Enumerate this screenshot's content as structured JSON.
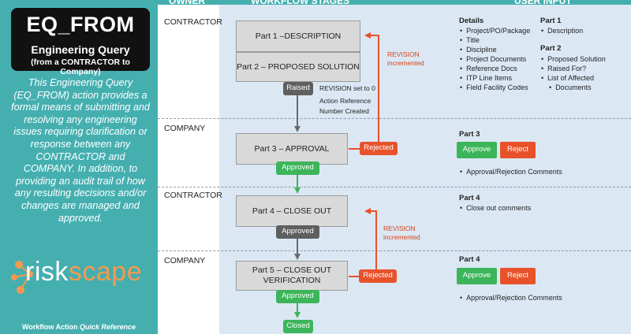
{
  "header": {
    "owner": "OWNER",
    "stages": "WORKFLOW STAGES",
    "user_input": "USER INPUT"
  },
  "left": {
    "title": "EQ_FROM",
    "subtitle": "Engineering Query",
    "note": "(from a CONTRACTOR to Company)",
    "description": "This Engineering Query (EQ_FROM) action provides a formal means of submitting and resolving any engineering issues requiring clarification or response between any CONTRACTOR and COMPANY. In addition, to providing an audit trail of how any resulting decisions and/or changes are managed and approved.",
    "logo_part1": "risk",
    "logo_part2": "scape",
    "footer_prefix": "Workflow Action ",
    "footer_italic": "Quick Reference"
  },
  "owners": [
    "CONTRACTOR",
    "COMPANY",
    "CONTRACTOR",
    "COMPANY"
  ],
  "stages": {
    "part1": "Part 1 –DESCRIPTION",
    "part2": "Part 2 – PROPOSED SOLUTION",
    "part3": "Part 3 – APPROVAL",
    "part4": "Part 4 – CLOSE OUT",
    "part5_line1": "Part 5 – CLOSE OUT",
    "part5_line2": "VERIFICATION"
  },
  "pills": {
    "raised": "Raised",
    "approved1": "Approved",
    "approved2": "Approved",
    "approved3": "Approved",
    "rejected1": "Rejected",
    "rejected2": "Rejected",
    "closed": "Closed"
  },
  "notes": {
    "revision_set": "REVISION set to 0",
    "action_ref_1": "Action Reference",
    "action_ref_2": "Number Created",
    "rev_inc_a1": "REVISION",
    "rev_inc_a2": "incremented",
    "rev_inc_b1": "REVISION",
    "rev_inc_b2": "incremented"
  },
  "user_input": {
    "details_heading": "Details",
    "details_items": [
      "Project/PO/Package",
      "Title",
      "Discipline",
      "Project Documents",
      "Reference Docs",
      "ITP Line Items",
      "Field Facility Codes"
    ],
    "part1_heading": "Part 1",
    "part1_items": [
      "Description"
    ],
    "part2_heading": "Part 2",
    "part2_items": [
      "Proposed Solution",
      "Raised For?",
      "List of Affected",
      "Documents"
    ],
    "part3_heading": "Part 3",
    "part3_approve": "Approve",
    "part3_reject": "Reject",
    "part3_items": [
      "Approval/Rejection Comments"
    ],
    "part4_heading": "Part 4",
    "part4_items": [
      "Close out comments"
    ],
    "part5_heading": "Part 4",
    "part5_approve": "Approve",
    "part5_reject": "Reject",
    "part5_items": [
      "Approval/Rejection Comments"
    ]
  },
  "colors": {
    "teal": "#45afb0",
    "lane_bg": "#dbe8f4",
    "approved_green": "#3cb55a",
    "rejected_red": "#e8522a",
    "raised_grey": "#5f5f5f",
    "logo_orange": "#f39a4f"
  }
}
